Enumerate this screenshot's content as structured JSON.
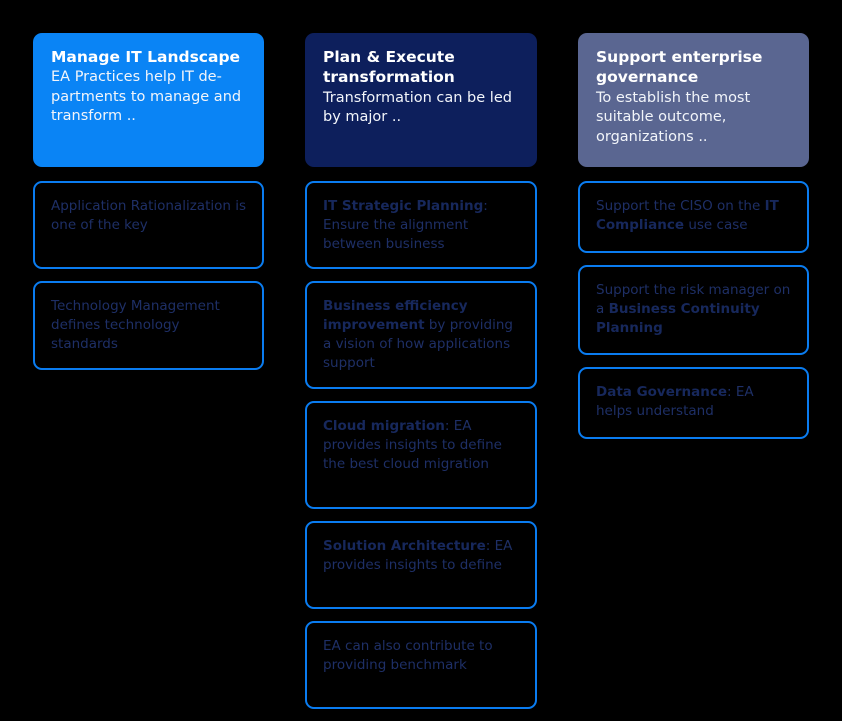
{
  "canvas": {
    "background_color": "#000000",
    "accent_blue": "#0a7cf0",
    "navy": "#0d1f5c",
    "slate": "#5a6691",
    "text_navy": "#1b2a5e"
  },
  "columns": [
    {
      "id": "manage-it-landscape",
      "header": {
        "title": "Manage IT Landscape",
        "subtitle": "EA Practices help IT de-partments to manage and transform ..",
        "background_color": "#0a84f5",
        "title_color": "#ffffff",
        "subtitle_color": "#f2f5fa"
      },
      "cards": [
        {
          "bold": "",
          "text": "Application Rationalization is one of the key"
        },
        {
          "bold": "",
          "text": "Technology Management defines technology standards"
        }
      ]
    },
    {
      "id": "plan-execute-transformation",
      "header": {
        "title": "Plan & Execute transformation",
        "subtitle": "Transformation can be led by major ..",
        "background_color": "#0d1f5c",
        "title_color": "#ffffff",
        "subtitle_color": "#eef2f8"
      },
      "cards": [
        {
          "bold": "IT Strategic Planning",
          "text": ": Ensure the alignment between business"
        },
        {
          "bold": "Business efficiency improvement",
          "text": " by providing a vision of how applications support"
        },
        {
          "bold": "Cloud migration",
          "text": ": EA provides insights to define the best cloud migration"
        },
        {
          "bold": "Solution Architecture",
          "text": ": EA provides insights to define"
        },
        {
          "bold": "",
          "text": "EA can also contribute to providing benchmark"
        }
      ]
    },
    {
      "id": "support-enterprise-governance",
      "header": {
        "title": "Support enterprise governance",
        "subtitle": "To establish the most suitable outcome, organizations ..",
        "background_color": "#5a6691",
        "title_color": "#ffffff",
        "subtitle_color": "#f0f2f7"
      },
      "cards": [
        {
          "prefix": "Support the CISO on the ",
          "bold": "IT Compliance",
          "text": " use case"
        },
        {
          "prefix": "Support the risk manager on a ",
          "bold": "Business Continuity Planning",
          "text": ""
        },
        {
          "bold": "Data Governance",
          "text": ": EA helps understand"
        }
      ]
    }
  ]
}
